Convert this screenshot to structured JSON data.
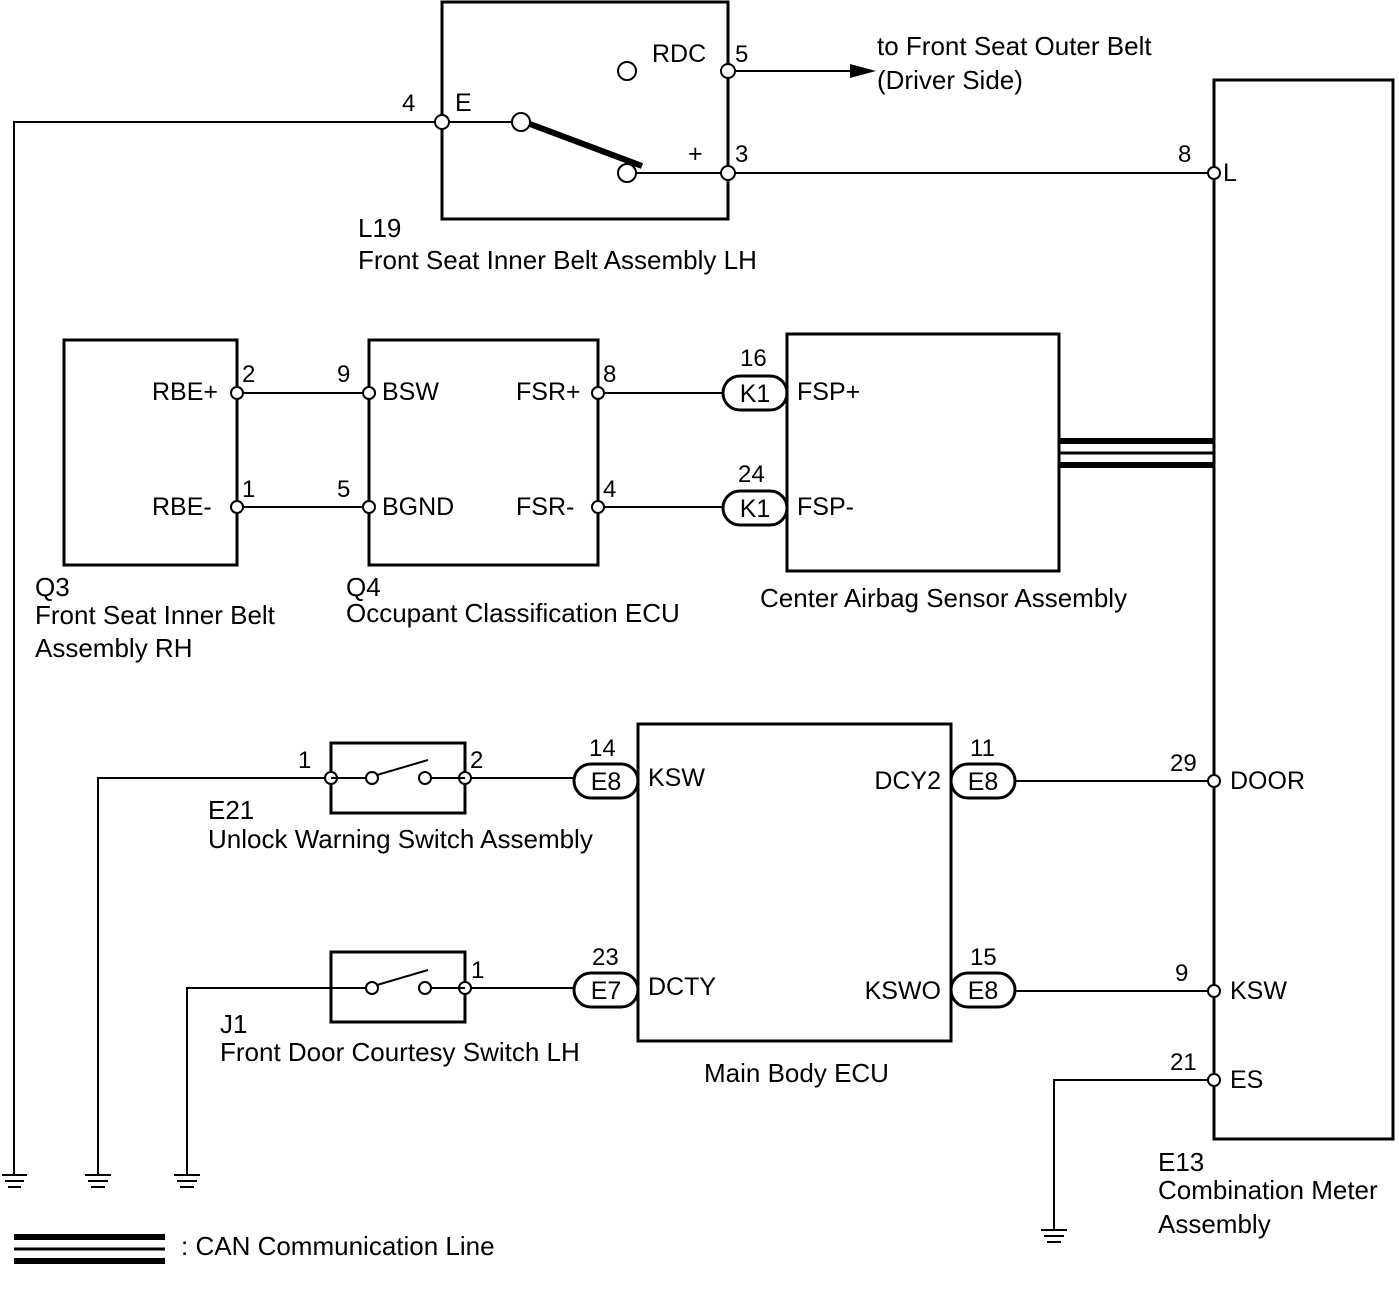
{
  "l19": {
    "code": "L19",
    "name": "Front Seat Inner Belt Assembly LH",
    "pin_e_num": "4",
    "pin_e": "E",
    "pin_rdc": "RDC",
    "pin_rdc_num": "5",
    "pin_plus": "+",
    "pin_plus_num": "3",
    "arrow_note_1": "to Front Seat Outer Belt",
    "arrow_note_2": "(Driver Side)"
  },
  "q3": {
    "code": "Q3",
    "name_1": "Front Seat Inner Belt",
    "name_2": "Assembly RH",
    "pin_rbe_plus": "RBE+",
    "pin_rbe_plus_num": "2",
    "pin_rbe_minus": "RBE-",
    "pin_rbe_minus_num": "1"
  },
  "q4": {
    "code": "Q4",
    "name": "Occupant Classification ECU",
    "pin_bsw": "BSW",
    "pin_bsw_num": "9",
    "pin_bgnd": "BGND",
    "pin_bgnd_num": "5",
    "pin_fsr_plus": "FSR+",
    "pin_fsr_plus_num": "8",
    "pin_fsr_minus": "FSR-",
    "pin_fsr_minus_num": "4"
  },
  "airbag": {
    "name": "Center Airbag Sensor Assembly",
    "pin_fsp_plus": "FSP+",
    "pin_fsp_plus_num": "16",
    "conn_plus": "K1",
    "pin_fsp_minus": "FSP-",
    "pin_fsp_minus_num": "24",
    "conn_minus": "K1"
  },
  "e21": {
    "code": "E21",
    "name": "Unlock Warning Switch Assembly",
    "pin_left_num": "1",
    "pin_right_num": "2"
  },
  "j1": {
    "code": "J1",
    "name": "Front Door Courtesy Switch LH",
    "pin_num": "1"
  },
  "main_ecu": {
    "name": "Main Body ECU",
    "pin_ksw": "KSW",
    "pin_ksw_num": "14",
    "conn_ksw": "E8",
    "pin_dcty": "DCTY",
    "pin_dcty_num": "23",
    "conn_dcty": "E7",
    "pin_dcy2": "DCY2",
    "pin_dcy2_num": "11",
    "conn_dcy2": "E8",
    "pin_kswo": "KSWO",
    "pin_kswo_num": "15",
    "conn_kswo": "E8"
  },
  "e13": {
    "code": "E13",
    "name_1": "Combination Meter",
    "name_2": "Assembly",
    "pin_l": "L",
    "pin_l_num": "8",
    "pin_door": "DOOR",
    "pin_door_num": "29",
    "pin_ksw": "KSW",
    "pin_ksw_num": "9",
    "pin_es": "ES",
    "pin_es_num": "21"
  },
  "legend": {
    "can_label": ": CAN Communication Line"
  }
}
